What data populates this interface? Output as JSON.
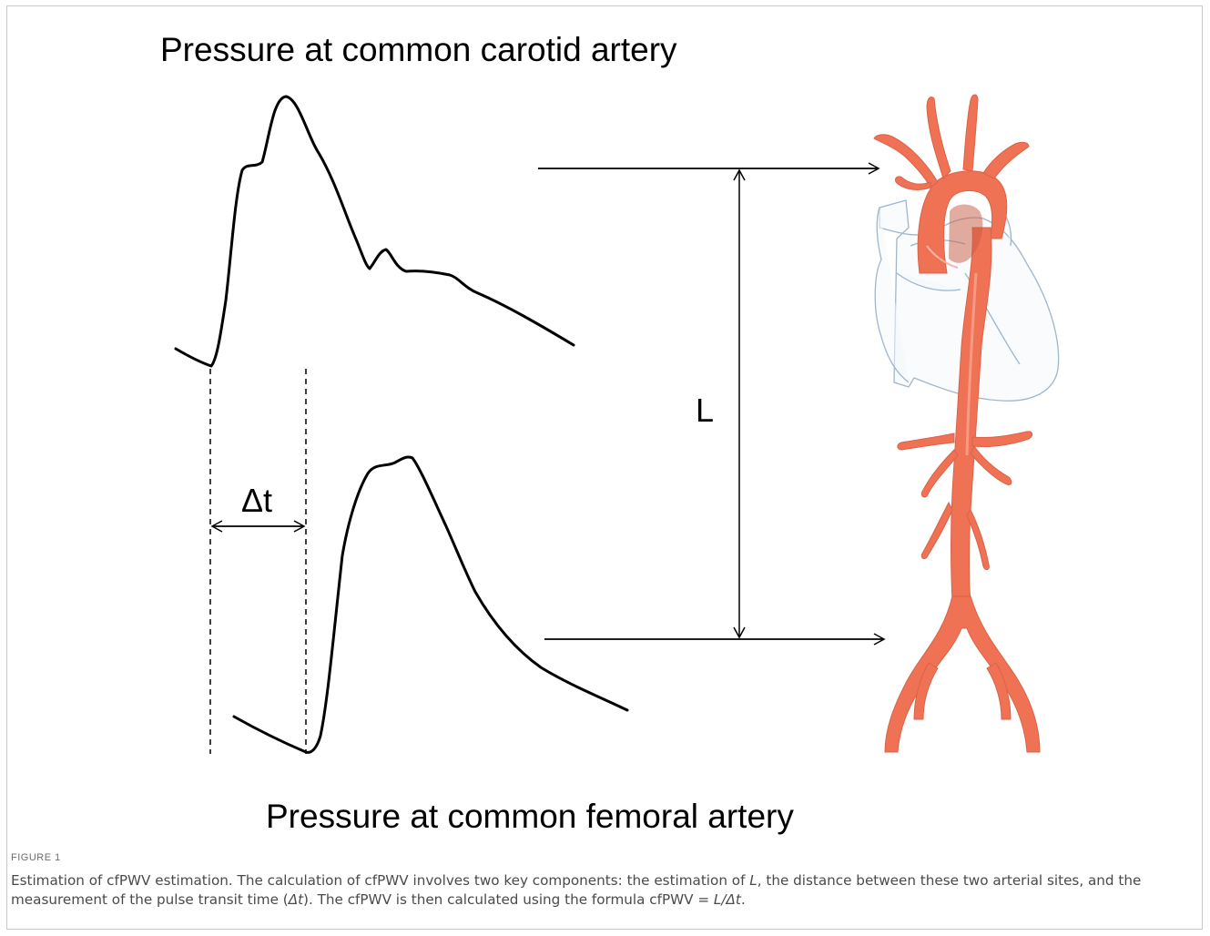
{
  "figure": {
    "top_label": "Pressure at common carotid artery",
    "bottom_label": "Pressure at common femoral artery",
    "distance_label": "L",
    "delta_t_label": "Δt"
  },
  "caption": {
    "label": "FIGURE 1",
    "p1": "Estimation of cfPWV estimation. The calculation of cfPWV involves two key components: the estimation of ",
    "L": "L",
    "p2": ", the distance between these two arterial sites, and the measurement of the pulse transit time (",
    "dt": "Δt",
    "p3": "). The cfPWV is then calculated using the formula cfPWV = ",
    "formula": "L/Δt",
    "p4": "."
  },
  "colors": {
    "artery": "#ef7254",
    "artery_dark": "#c85a42",
    "heart_outline": "#9fb6cc",
    "waveform": "#000000"
  }
}
